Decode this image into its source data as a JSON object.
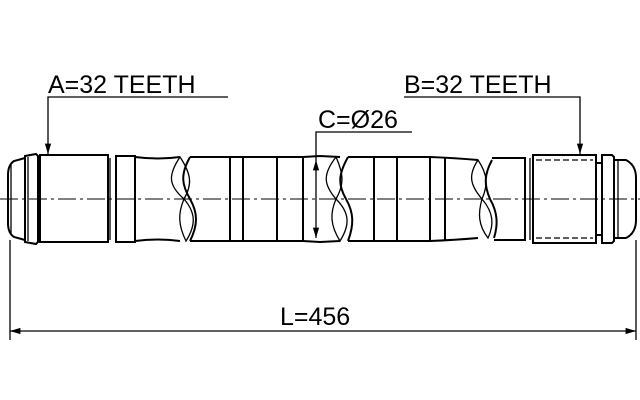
{
  "labels": {
    "spline_a": "A=32 TEETH",
    "spline_b": "B=32 TEETH",
    "diameter": "C=Ø26",
    "length": "L=456"
  },
  "colors": {
    "line": "#000000",
    "background": "#ffffff"
  }
}
